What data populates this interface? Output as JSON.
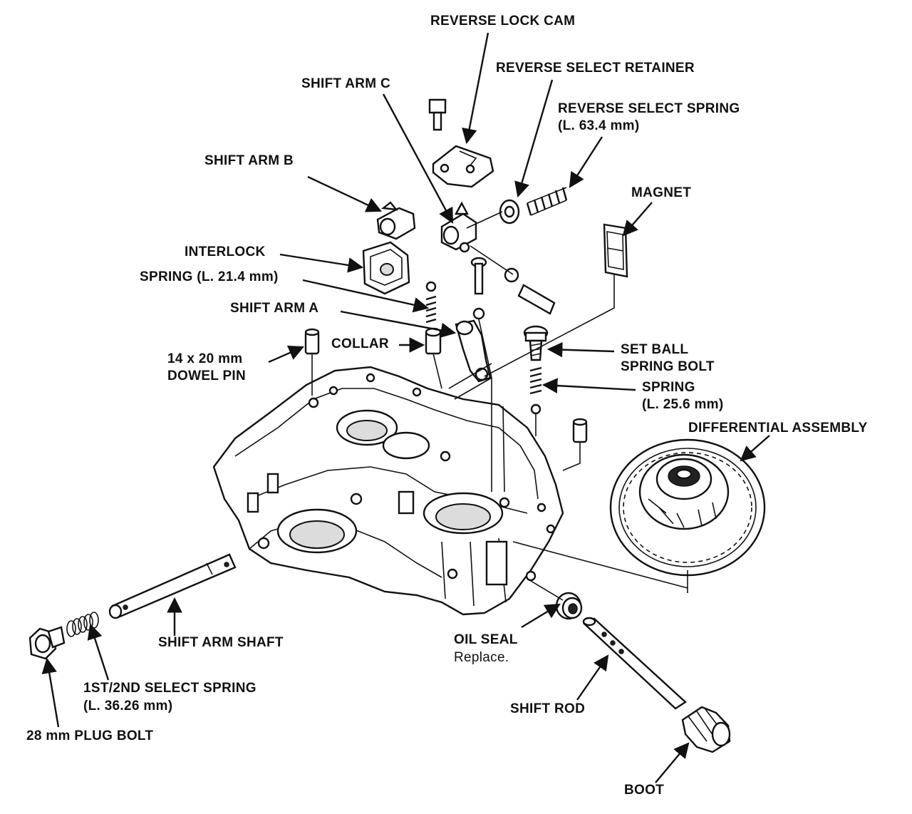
{
  "labels": {
    "reverse_lock_cam": "REVERSE LOCK CAM",
    "reverse_select_retainer": "REVERSE SELECT RETAINER",
    "reverse_select_spring": "REVERSE SELECT SPRING",
    "reverse_select_spring_length": "(L. 63.4 mm)",
    "shift_arm_c": "SHIFT ARM C",
    "shift_arm_b": "SHIFT ARM B",
    "magnet": "MAGNET",
    "interlock": "INTERLOCK",
    "spring_21": "SPRING (L. 21.4 mm)",
    "shift_arm_a": "SHIFT ARM A",
    "collar": "COLLAR",
    "dowel_pin_line1": "14 x 20 mm",
    "dowel_pin_line2": "DOWEL PIN",
    "set_ball_line1": "SET BALL",
    "set_ball_line2": "SPRING BOLT",
    "spring_25": "SPRING",
    "spring_25_length": "(L. 25.6 mm)",
    "differential_assembly": "DIFFERENTIAL ASSEMBLY",
    "shift_arm_shaft": "SHIFT ARM SHAFT",
    "oil_seal": "OIL SEAL",
    "oil_seal_note": "Replace.",
    "select_spring_1st2nd": "1ST/2ND SELECT SPRING",
    "select_spring_1st2nd_length": "(L. 36.26 mm)",
    "plug_bolt": "28 mm PLUG BOLT",
    "shift_rod": "SHIFT ROD",
    "boot": "BOOT"
  }
}
